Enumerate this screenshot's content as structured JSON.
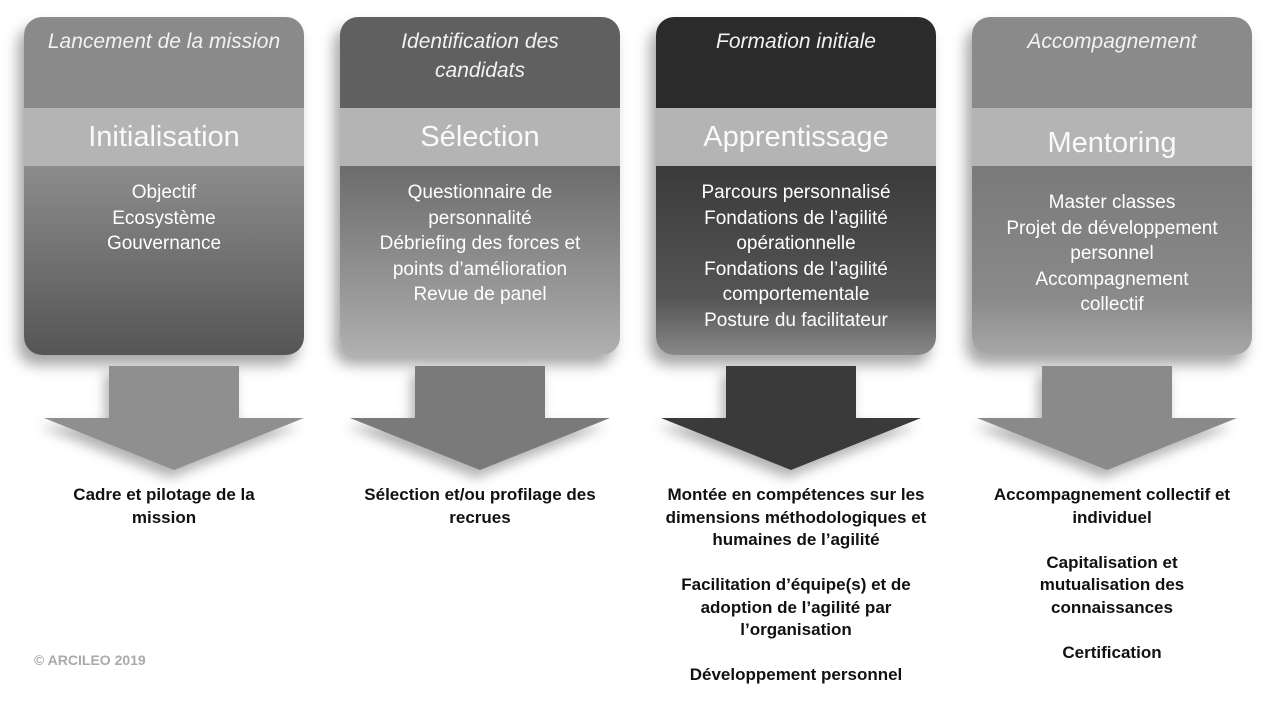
{
  "steps": [
    {
      "subtitle": "Lancement de la mission",
      "title": "Initialisation",
      "items": [
        "Objectif",
        "Ecosystème",
        "Gouvernance"
      ],
      "outcome": [
        "Cadre et pilotage de la mission"
      ]
    },
    {
      "subtitle": "Identification des candidats",
      "title": "Sélection",
      "items": [
        "Questionnaire de personnalité",
        "Débriefing des forces et points d’amélioration",
        "Revue de panel"
      ],
      "outcome": [
        "Sélection et/ou profilage des recrues"
      ]
    },
    {
      "subtitle": "Formation initiale",
      "title": "Apprentissage",
      "items": [
        "Parcours personnalisé",
        "Fondations de l’agilité opérationnelle",
        "Fondations de l’agilité comportementale",
        "Posture du facilitateur"
      ],
      "outcome": [
        "Montée en compétences sur les dimensions méthodologiques et humaines de l’agilité",
        "",
        "Facilitation d’équipe(s) et de adoption de l’agilité par l’organisation",
        "",
        "Développement personnel"
      ]
    },
    {
      "subtitle": "Accompagnement",
      "title": "Mentoring",
      "items": [
        "Master classes",
        "Projet de développement personnel",
        "Accompagnement collectif"
      ],
      "outcome": [
        "Accompagnement collectif et individuel",
        "",
        "Capitalisation et mutualisation des connaissances",
        "",
        "Certification"
      ]
    }
  ],
  "copyright": "© ARCILEO 2019",
  "arrow_colors": [
    "#8f8f8f",
    "#7a7a7a",
    "#3a3a3a",
    "#8a8a8a"
  ]
}
